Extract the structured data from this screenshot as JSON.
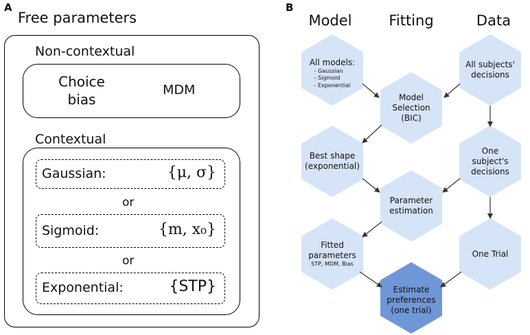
{
  "panel_a": {
    "letter": "A",
    "title": "Free parameters",
    "non_contextual": {
      "title": "Non-contextual",
      "choice_bias_line1": "Choice",
      "choice_bias_line2": "bias",
      "mdm": "MDM"
    },
    "contextual": {
      "title": "Contextual",
      "rows": [
        {
          "label": "Gaussian:",
          "params": "{μ, σ}"
        },
        {
          "label": "Sigmoid:",
          "params": "{m, x₀}"
        },
        {
          "label": "Exponential:",
          "params": "{STP}"
        }
      ],
      "or_1": "or",
      "or_2": "or"
    }
  },
  "panel_b": {
    "letter": "B",
    "columns": {
      "model": "Model",
      "fitting": "Fitting",
      "data": "Data"
    },
    "nodes": {
      "all_models": {
        "title": "All models:",
        "items": [
          "- Gaussian",
          "- Sigmoid",
          "- Exponential"
        ]
      },
      "all_decisions": {
        "line1": "All subjects'",
        "line2": "decisions"
      },
      "model_selection": {
        "line1": "Model",
        "line2": "Selection",
        "line3": "(BIC)"
      },
      "best_shape": {
        "line1": "Best shape",
        "line2": "(exponential)"
      },
      "one_subject": {
        "line1": "One",
        "line2": "subject's",
        "line3": "decisions"
      },
      "param_estimation": {
        "line1": "Parameter",
        "line2": "estimation"
      },
      "fitted_params": {
        "line1": "Fitted",
        "line2": "parameters",
        "sub": "STP, MDM, Bias"
      },
      "one_trial": {
        "line1": "One Trial"
      },
      "estimate_prefs": {
        "line1": "Estimate",
        "line2": "preferences",
        "line3": "(one trial)"
      }
    },
    "colors": {
      "light": "#d6e4f7",
      "dark": "#6f97d8",
      "arrow": "#333333"
    }
  }
}
